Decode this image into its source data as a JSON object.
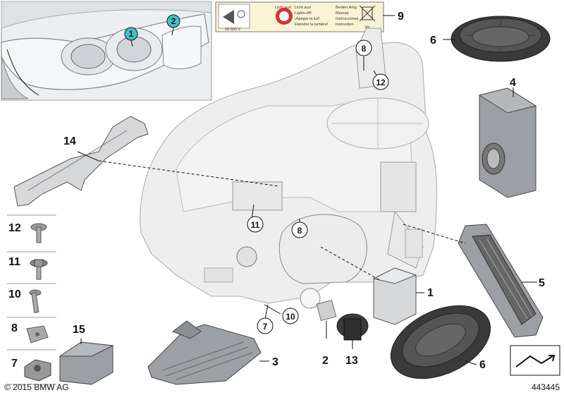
{
  "diagram": {
    "callouts": {
      "c1": "1",
      "c2": "2",
      "c3": "3",
      "c4": "4",
      "c5": "5",
      "c6a": "6",
      "c6b": "6",
      "c7": "7",
      "c8": "8",
      "c8b": "8",
      "c9": "9",
      "c10": "10",
      "c11": "11",
      "c12": "12",
      "c13": "13",
      "c14": "14",
      "c15": "15"
    },
    "inset": {
      "marker_1": "1",
      "marker_2": "2"
    },
    "side_panel": [
      "12",
      "11",
      "10",
      "8",
      "7"
    ],
    "warning_label": {
      "de": "Licht aus!",
      "en": "Lights off!",
      "es": "¡Apagar la luz!",
      "fr": "Éteindre la lumière!",
      "manual_de": "Bedien.Anlg.",
      "manual_en": "Manual",
      "manual_es": "Instrucciones",
      "manual_fr": "Instruction",
      "kv": "25 000 V",
      "hg": "Hg"
    },
    "copyright": "© 2015 BMW AG",
    "diagram_id": "443445"
  },
  "colors": {
    "teal_marker": "#3fc1c9",
    "red_sign": "#d9322b",
    "label_bg": "#fbf3d6"
  }
}
